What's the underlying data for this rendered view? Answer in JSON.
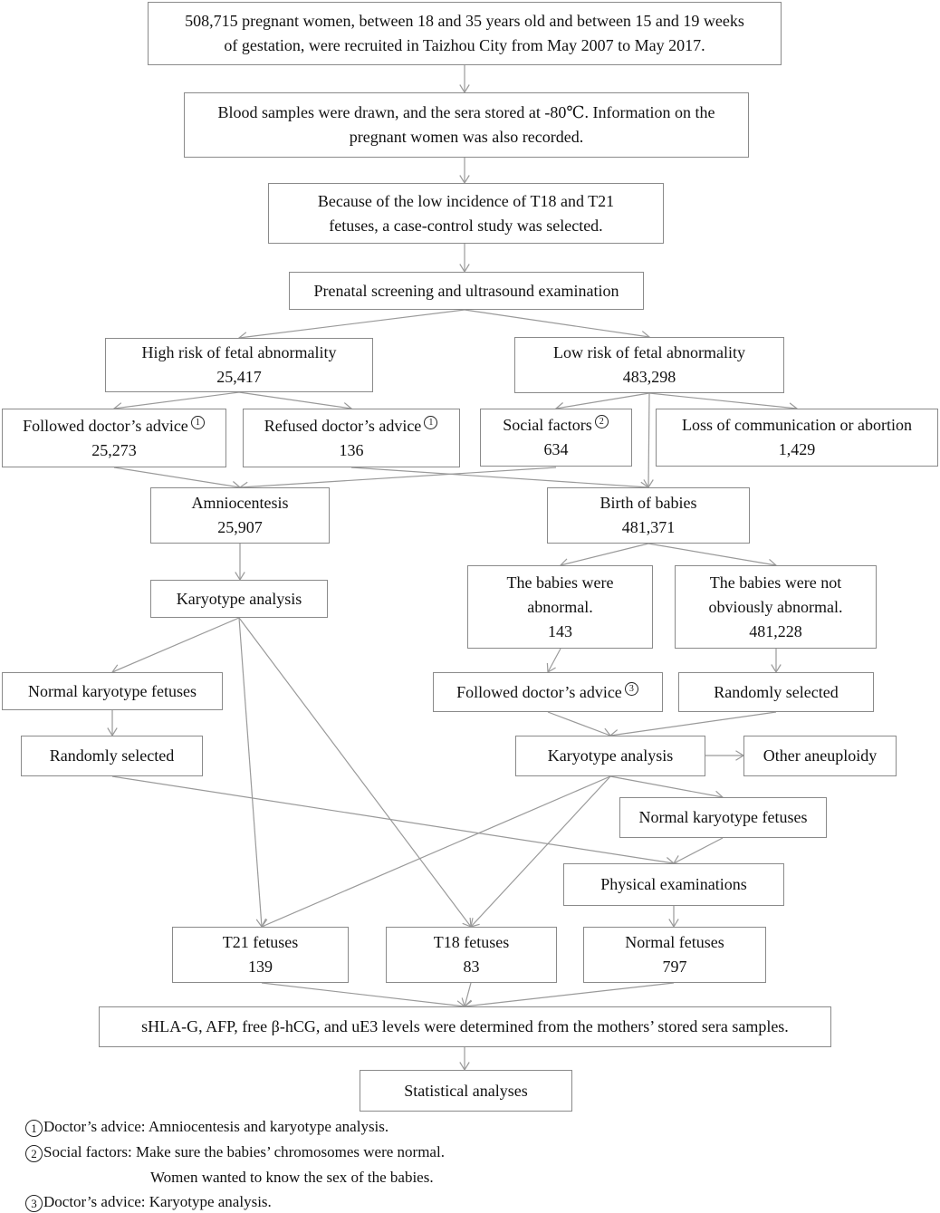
{
  "boxes": {
    "recruit": {
      "lines": [
        "508,715 pregnant women, between 18 and 35 years old and between 15 and 19 weeks",
        "of gestation, were recruited in Taizhou City from May 2007 to May 2017."
      ]
    },
    "blood": {
      "lines": [
        "Blood samples were drawn, and the sera stored at -80℃. Information on the",
        "pregnant women was also recorded."
      ]
    },
    "casecontrol": {
      "lines": [
        "Because of the low incidence of T18 and T21",
        "fetuses, a case-control study was selected."
      ]
    },
    "screening": {
      "lines": [
        "Prenatal screening and ultrasound examination"
      ]
    },
    "highrisk": {
      "lines": [
        "High risk of fetal abnormality",
        "25,417"
      ]
    },
    "lowrisk": {
      "lines": [
        "Low risk of fetal abnormality",
        "483,298"
      ]
    },
    "followed1": {
      "lines": [
        "Followed doctor’s advice",
        "25,273"
      ],
      "mark": "1"
    },
    "refused": {
      "lines": [
        "Refused doctor’s advice",
        "136"
      ],
      "mark": "1"
    },
    "social": {
      "lines": [
        "Social factors",
        "634"
      ],
      "mark": "2"
    },
    "loss": {
      "lines": [
        "Loss of communication or abortion",
        "1,429"
      ]
    },
    "amnio": {
      "lines": [
        "Amniocentesis",
        "25,907"
      ]
    },
    "birth": {
      "lines": [
        "Birth of babies",
        "481,371"
      ]
    },
    "karyo1": {
      "lines": [
        "Karyotype analysis"
      ]
    },
    "abnormal": {
      "lines": [
        "The babies were",
        "abnormal.",
        "143"
      ]
    },
    "notabnormal": {
      "lines": [
        "The babies were not",
        "obviously abnormal.",
        "481,228"
      ]
    },
    "normalkaryo1": {
      "lines": [
        "Normal karyotype fetuses"
      ]
    },
    "followed3": {
      "lines": [
        "Followed doctor’s advice"
      ],
      "mark": "3"
    },
    "random2": {
      "lines": [
        "Randomly selected"
      ]
    },
    "random1": {
      "lines": [
        "Randomly selected"
      ]
    },
    "karyo2": {
      "lines": [
        "Karyotype analysis"
      ]
    },
    "otheraneu": {
      "lines": [
        "Other aneuploidy"
      ]
    },
    "normalkaryo2": {
      "lines": [
        "Normal karyotype fetuses"
      ]
    },
    "physical": {
      "lines": [
        "Physical examinations"
      ]
    },
    "t21": {
      "lines": [
        "T21 fetuses",
        "139"
      ]
    },
    "t18": {
      "lines": [
        "T18 fetuses",
        "83"
      ]
    },
    "normalfetus": {
      "lines": [
        "Normal fetuses",
        "797"
      ]
    },
    "shlag": {
      "lines": [
        "sHLA-G, AFP, free β-hCG, and uE3 levels were determined from the mothers’ stored sera samples."
      ]
    },
    "stats": {
      "lines": [
        "Statistical analyses"
      ]
    }
  },
  "notes": {
    "n1": {
      "mark": "1",
      "text": "Doctor’s advice: Amniocentesis and karyotype analysis."
    },
    "n2": {
      "mark": "2",
      "text": "Social factors: Make sure the babies’ chromosomes were normal."
    },
    "n2b": {
      "text": "Women wanted to know the sex of the babies."
    },
    "n3": {
      "mark": "3",
      "text": "Doctor’s advice: Karyotype analysis."
    }
  },
  "colors": {
    "line": "#9a9a9a",
    "border": "#8a8a8a",
    "text": "#111111"
  }
}
